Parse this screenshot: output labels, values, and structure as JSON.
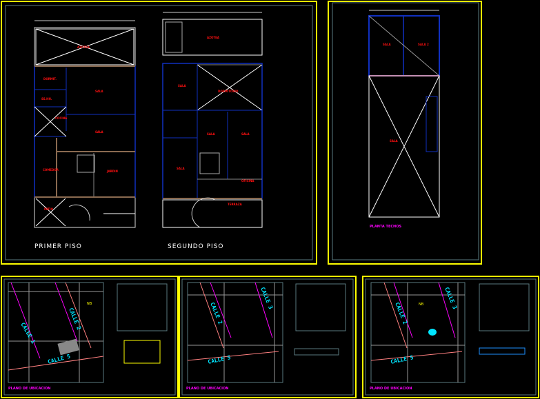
{
  "sheet1": {
    "plan1_title": "PRIMER PISO",
    "plan2_title": "SEGUNDO PISO",
    "rooms_p1": [
      "AZOTEA",
      "DORMIT.",
      "SS.HH.",
      "SALA",
      "COCINA",
      "SALA",
      "COMEDOR",
      "JARDIN",
      "PATIO"
    ],
    "rooms_p2": [
      "AZOTEA",
      "SALA",
      "DORMITORIO",
      "SALA",
      "SALA",
      "SALA",
      "OFICINA",
      "TERRAZA"
    ]
  },
  "sheet2": {
    "caption": "PLANTA TECHOS",
    "rooms": [
      "SALA",
      "SALA 2",
      "SALA"
    ]
  },
  "location_sheets": [
    {
      "caption": "PLANO DE UBICACION",
      "streets": [
        "CALLE 1",
        "CALLE 2",
        "CALLE 5"
      ],
      "nb": "NB"
    },
    {
      "caption": "PLANO DE UBICACION",
      "streets": [
        "CALLE 2",
        "CALLE 3",
        "CALLE 5"
      ]
    },
    {
      "caption": "PLANO DE UBICACION",
      "streets": [
        "CALLE 2",
        "CALLE 3",
        "CALLE 5"
      ],
      "nb": "NB"
    }
  ],
  "colors": {
    "frame": "#ffff00",
    "wall": "#1030c0",
    "text": "#ff1010",
    "street": "#00e5ff",
    "lot": "#ff00ff",
    "road": "#ff8080"
  }
}
